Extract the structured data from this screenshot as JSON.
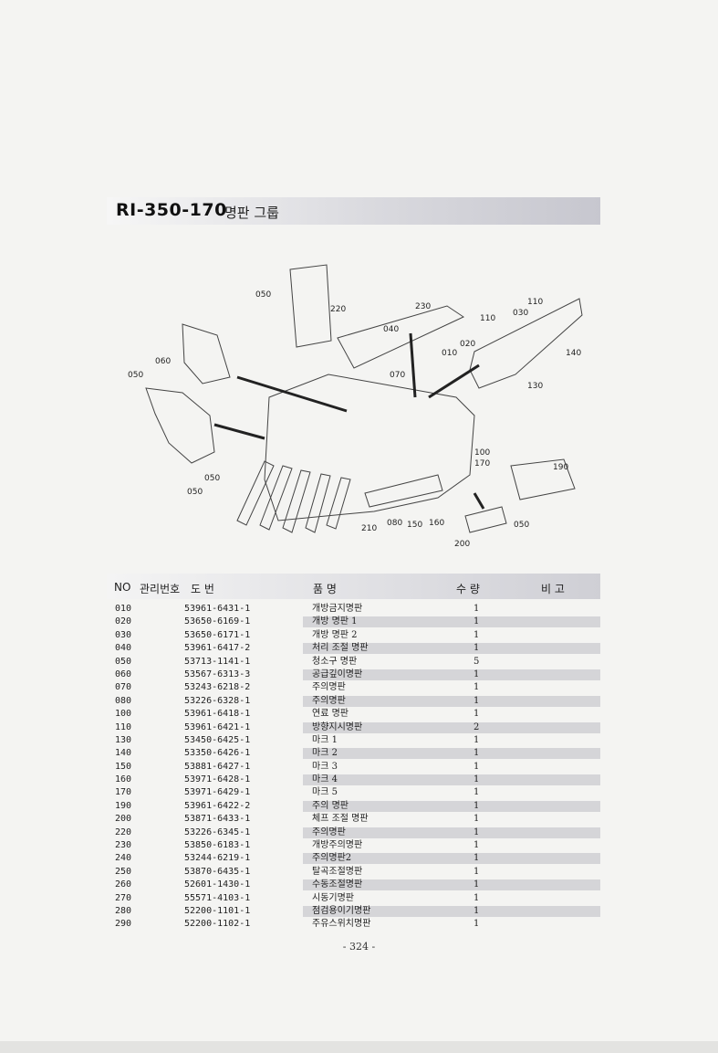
{
  "title": {
    "code": "RI-350-170",
    "name": "명판 그룹"
  },
  "diagram": {
    "callouts": [
      "050",
      "220",
      "230",
      "040",
      "110",
      "110",
      "030",
      "020",
      "010",
      "140",
      "130",
      "060",
      "050",
      "070",
      "100",
      "170",
      "190",
      "050",
      "050",
      "210",
      "080",
      "150",
      "160",
      "050",
      "200"
    ]
  },
  "table": {
    "headers": {
      "no": "NO",
      "mgmt": "관리번호",
      "drawing": "도   번",
      "name": "품   명",
      "qty": "수  량",
      "remark": "비  고"
    },
    "rows": [
      {
        "no": "010",
        "part": "53961-6431-1",
        "name": "개방금지명판",
        "qty": "1"
      },
      {
        "no": "020",
        "part": "53650-6169-1",
        "name": "개방 명판 1",
        "qty": "1"
      },
      {
        "no": "030",
        "part": "53650-6171-1",
        "name": "개방 명판 2",
        "qty": "1"
      },
      {
        "no": "040",
        "part": "53961-6417-2",
        "name": "처리 조절 명판",
        "qty": "1"
      },
      {
        "no": "050",
        "part": "53713-1141-1",
        "name": "청소구 명판",
        "qty": "5"
      },
      {
        "no": "060",
        "part": "53567-6313-3",
        "name": "공급깊이명판",
        "qty": "1"
      },
      {
        "no": "070",
        "part": "53243-6218-2",
        "name": "주의명판",
        "qty": "1"
      },
      {
        "no": "080",
        "part": "53226-6328-1",
        "name": "주의명판",
        "qty": "1"
      },
      {
        "no": "100",
        "part": "53961-6418-1",
        "name": "연료 명판",
        "qty": "1"
      },
      {
        "no": "110",
        "part": "53961-6421-1",
        "name": "방향지시명판",
        "qty": "2"
      },
      {
        "no": "130",
        "part": "53450-6425-1",
        "name": "마크 1",
        "qty": "1"
      },
      {
        "no": "140",
        "part": "53350-6426-1",
        "name": "마크 2",
        "qty": "1"
      },
      {
        "no": "150",
        "part": "53881-6427-1",
        "name": "마크 3",
        "qty": "1"
      },
      {
        "no": "160",
        "part": "53971-6428-1",
        "name": "마크 4",
        "qty": "1"
      },
      {
        "no": "170",
        "part": "53971-6429-1",
        "name": "마크 5",
        "qty": "1"
      },
      {
        "no": "190",
        "part": "53961-6422-2",
        "name": "주의 명판",
        "qty": "1"
      },
      {
        "no": "200",
        "part": "53871-6433-1",
        "name": "체프 조절 명판",
        "qty": "1"
      },
      {
        "no": "220",
        "part": "53226-6345-1",
        "name": "주의명판",
        "qty": "1"
      },
      {
        "no": "230",
        "part": "53850-6183-1",
        "name": "개방주의명판",
        "qty": "1"
      },
      {
        "no": "240",
        "part": "53244-6219-1",
        "name": "주의명판2",
        "qty": "1"
      },
      {
        "no": "250",
        "part": "53870-6435-1",
        "name": "탈곡조절명판",
        "qty": "1"
      },
      {
        "no": "260",
        "part": "52601-1430-1",
        "name": "수동조절명판",
        "qty": "1"
      },
      {
        "no": "270",
        "part": "55571-4103-1",
        "name": "시동기명판",
        "qty": "1"
      },
      {
        "no": "280",
        "part": "52200-1101-1",
        "name": "점검용이기명판",
        "qty": "1"
      },
      {
        "no": "290",
        "part": "52200-1102-1",
        "name": "주유스위치명판",
        "qty": "1"
      }
    ]
  },
  "page_number": "- 324 -"
}
